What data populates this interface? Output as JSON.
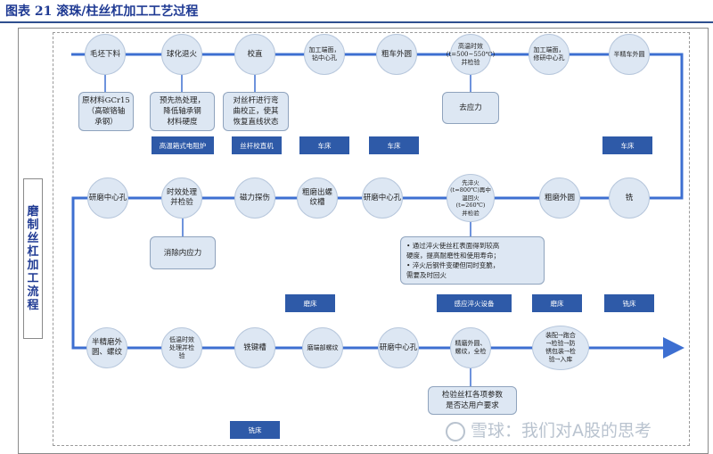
{
  "title": "图表 21   滚珠/柱丝杠加工工艺过程",
  "side_label": [
    "磨",
    "制",
    "丝",
    "杠",
    "加",
    "工",
    "流",
    "程"
  ],
  "row1": [
    {
      "label": "毛坯下料"
    },
    {
      "label": "球化退火"
    },
    {
      "label": "校直"
    },
    {
      "label": "加工端面，\n钻中心孔"
    },
    {
      "label": "粗车外圆"
    },
    {
      "label": "高温时效\n(t=500~550℃)\n并检验"
    },
    {
      "label": "加工端面，\n修研中心孔"
    },
    {
      "label": "半精车外圆"
    }
  ],
  "row1_notes": [
    {
      "text": "原材料GCr15\n（高碳铬轴\n承钢）"
    },
    {
      "text": "预先热处理，\n降低轴承钢\n材料硬度"
    },
    {
      "text": "对丝杆进行弯\n曲校正，使其\n恢复直线状态"
    },
    {
      "text": "去应力"
    }
  ],
  "row1_equip": [
    "高温箱式电阻炉",
    "丝杆校直机",
    "车床",
    "车床",
    "车床"
  ],
  "row2": [
    {
      "label": "铣"
    },
    {
      "label": "粗磨外圆"
    },
    {
      "label": "先淬火\n(t=800℃)再中\n温回火\n(t=260℃)\n并检验"
    },
    {
      "label": "研磨中心孔"
    },
    {
      "label": "粗磨出螺\n纹槽"
    },
    {
      "label": "磁力探伤"
    },
    {
      "label": "时效处理\n并检验"
    },
    {
      "label": "研磨中心孔"
    }
  ],
  "row2_notes": [
    {
      "text": "消除内应力"
    },
    {
      "text": "• 通过淬火使丝杠表面得到较高\n  硬度，提高耐磨性和使用寿命；\n• 淬火后钢件变硬但同时变脆，\n  需要及时回火"
    }
  ],
  "row2_equip": [
    "磨床",
    "感应淬火设备",
    "磨床",
    "铣床"
  ],
  "row3": [
    {
      "label": "半精磨外\n圆、螺纹"
    },
    {
      "label": "低温时效\n处理并检\n验"
    },
    {
      "label": "铣键槽"
    },
    {
      "label": "磨端部螺纹"
    },
    {
      "label": "研磨中心孔"
    },
    {
      "label": "精磨外圆、\n螺纹，全检"
    },
    {
      "label": "装配→跑合\n→检验→防\n锈包装→检\n验→入库"
    }
  ],
  "row3_notes": [
    {
      "text": "检验丝杠各项参数\n是否达用户要求"
    }
  ],
  "row3_equip": [
    "铣床"
  ],
  "watermark": "雪球：我们对A股的思考",
  "colors": {
    "line": "#3d6fd1",
    "node": "#dde7f3",
    "equip": "#2e5aa8",
    "title": "#1f3a93"
  }
}
